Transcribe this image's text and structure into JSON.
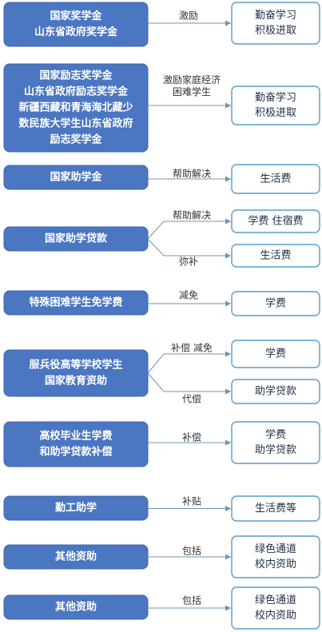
{
  "rows": [
    {
      "source": [
        "国家奖学金",
        "山东省政府奖学金"
      ],
      "edges": [
        {
          "label": "激励",
          "target": [
            "勤奋学习",
            "积极进取"
          ]
        }
      ]
    },
    {
      "source": [
        "国家励志奖学金",
        "山东省政府励志奖学金",
        "新疆西藏和青海海北藏少",
        "数民族大学生山东省政府",
        "励志奖学金"
      ],
      "edges": [
        {
          "label": "激励家庭经济\n困难学生",
          "target": [
            "勤奋学习",
            "积极进取"
          ]
        }
      ]
    },
    {
      "source": [
        "国家助学金"
      ],
      "edges": [
        {
          "label": "帮助解决",
          "target": [
            "生活费"
          ]
        }
      ]
    },
    {
      "source": [
        "国家助学贷款"
      ],
      "edges": [
        {
          "label": "帮助解决",
          "target": [
            "学费  住宿费"
          ]
        },
        {
          "label": "弥补",
          "target": [
            "生活费"
          ]
        }
      ]
    },
    {
      "source": [
        "特殊困难学生免学费"
      ],
      "edges": [
        {
          "label": "减免",
          "target": [
            "学费"
          ]
        }
      ]
    },
    {
      "source": [
        "服兵役高等学校学生",
        "国家教育资助"
      ],
      "edges": [
        {
          "label": "补偿  减免",
          "target": [
            "学费"
          ]
        },
        {
          "label": "代偿",
          "target": [
            "助学贷款"
          ]
        }
      ]
    },
    {
      "source": [
        "高校毕业生学费",
        "和助学贷款补偿"
      ],
      "edges": [
        {
          "label": "补偿",
          "target": [
            "学费",
            "助学贷款"
          ]
        }
      ]
    },
    {
      "source": [
        "勤工助学"
      ],
      "edges": [
        {
          "label": "补贴",
          "target": [
            "生活费等"
          ]
        }
      ]
    },
    {
      "source": [
        "其他资助"
      ],
      "edges": [
        {
          "label": "包括",
          "target": [
            "绿色通道",
            "校内资助"
          ]
        }
      ]
    },
    {
      "source": [
        "其他资助"
      ],
      "edges": [
        {
          "label": "包括",
          "target": [
            "绿色通道",
            "校内资助"
          ]
        }
      ]
    }
  ]
}
